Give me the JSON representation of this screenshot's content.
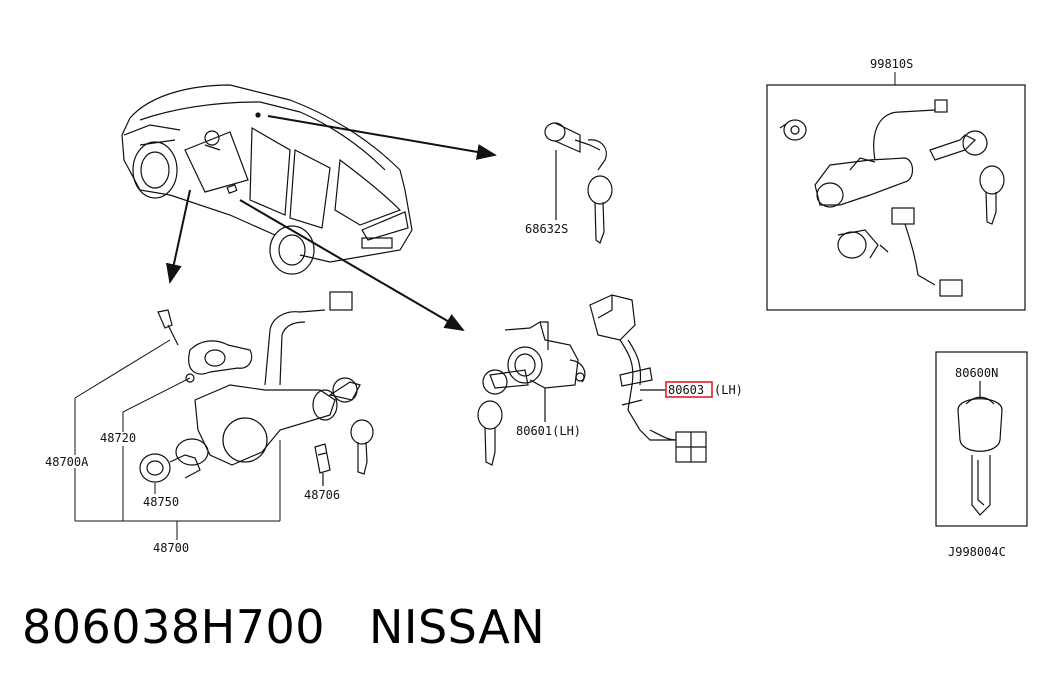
{
  "labels": {
    "lock_cylinder": "68632S",
    "key_set": "99810S",
    "key_blank": "80600N",
    "door_lock": "80601(LH)",
    "highlighted_part": "80603",
    "highlighted_side": "(LH)",
    "steering_lock": "48700A",
    "steering_sub": "48720",
    "ignition_knob": "48750",
    "ignition_assembly": "48700",
    "bracket": "48706",
    "diagram_code": "J998004C"
  },
  "footer": {
    "part_number": "806038H700",
    "brand": "NISSAN"
  },
  "colors": {
    "highlight": "#e0202a",
    "line": "#111111"
  }
}
